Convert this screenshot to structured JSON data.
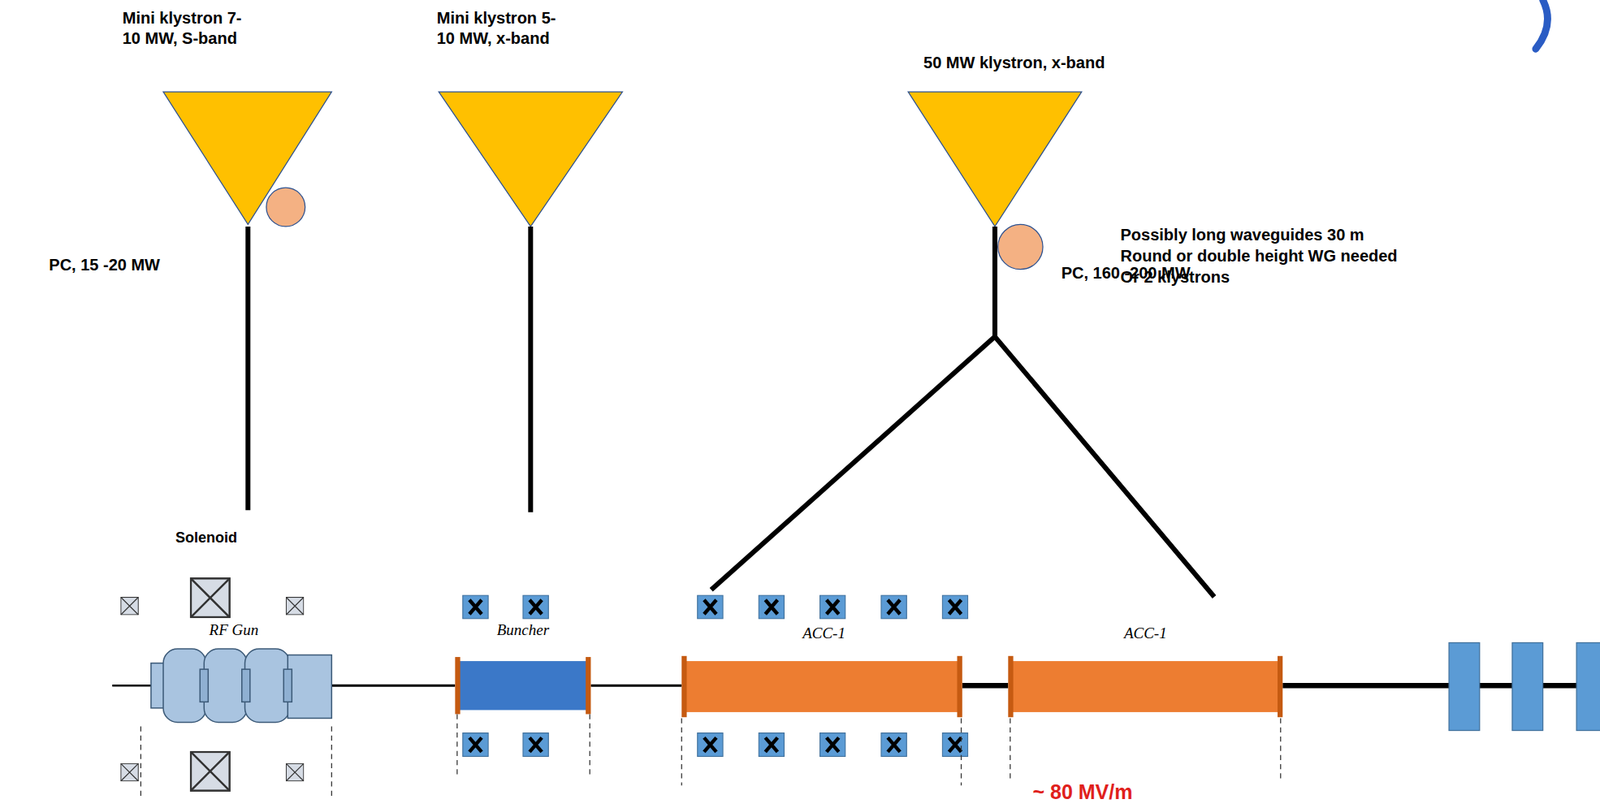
{
  "diagram": {
    "nodes": [
      {
        "text": [
          "Mini klystron 7-10 MW, S-band"
        ]
      },
      {
        "text": [
          "Mini klystron 5-10 MW, x-band"
        ]
      },
      {
        "text": [
          "50 MW klystron, x-band"
        ]
      },
      {
        "text": [
          "RF Gun"
        ]
      },
      {
        "text": [
          "Buncher"
        ]
      },
      {
        "text": [
          "ACC-1"
        ]
      },
      {
        "text": [
          "ACC-1"
        ]
      }
    ],
    "edges": [
      {
        "from": 0,
        "to": 3,
        "arrow": "none"
      },
      {
        "from": 1,
        "to": 4,
        "arrow": "none"
      },
      {
        "from": 2,
        "to": 5,
        "arrow": "none"
      },
      {
        "from": 2,
        "to": 6,
        "arrow": "none"
      }
    ],
    "labels": [
      "Solenoid",
      "PC, 15 -20 MW",
      "PC, 160 -200 MW",
      "Possibly long waveguides 30 m Round or double height WG needed Or 2 klystrons",
      "~ 80 MV/m"
    ]
  }
}
